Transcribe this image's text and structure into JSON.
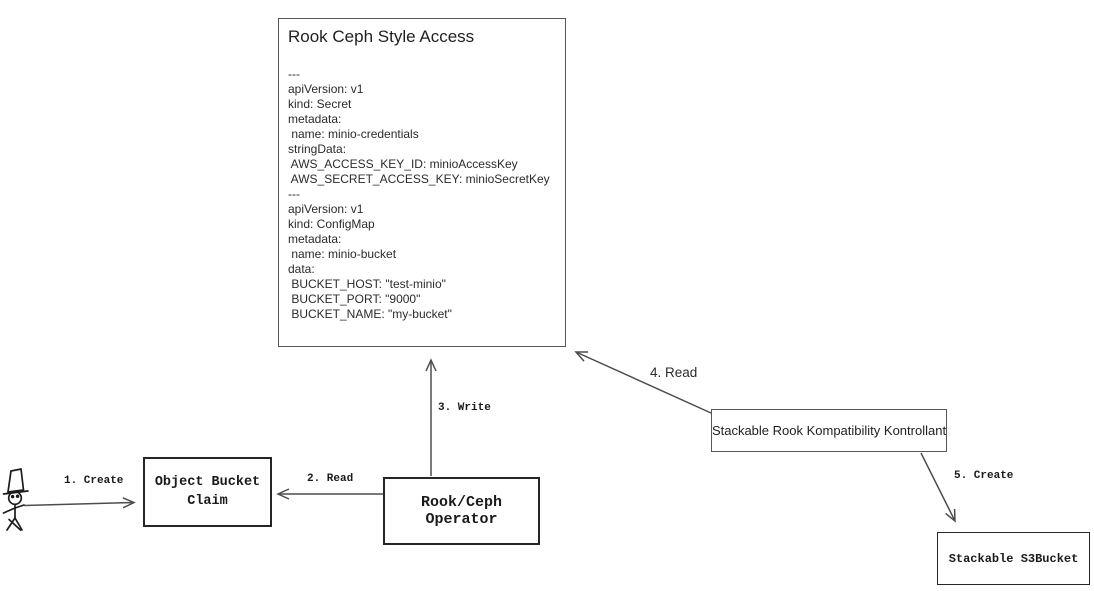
{
  "diagram": {
    "access_box": {
      "title": "Rook Ceph Style Access",
      "yaml": "---\napiVersion: v1\nkind: Secret\nmetadata:\n name: minio-credentials\nstringData:\n AWS_ACCESS_KEY_ID: minioAccessKey\n AWS_SECRET_ACCESS_KEY: minioSecretKey\n---\napiVersion: v1\nkind: ConfigMap\nmetadata:\n name: minio-bucket\ndata:\n BUCKET_HOST: \"test-minio\"\n BUCKET_PORT: \"9000\"\n BUCKET_NAME: \"my-bucket\""
    },
    "nodes": {
      "object_bucket_claim": "Object Bucket\nClaim",
      "rook_ceph_operator": "Rook/Ceph Operator",
      "stackable_kontrollant": "Stackable Rook Kompatibility Kontrollant",
      "stackable_s3bucket": "Stackable S3Bucket"
    },
    "edges": {
      "step1": "1. Create",
      "step2": "2. Read",
      "step3": "3. Write",
      "step4": "4. Read",
      "step5": "5. Create"
    },
    "actor": "user-stick-figure",
    "colors": {
      "background": "#ffffff",
      "box_stroke": "#565656",
      "sketch_stroke": "#262626",
      "arrow_stroke": "#4d4d4d",
      "text": "#202020"
    }
  }
}
